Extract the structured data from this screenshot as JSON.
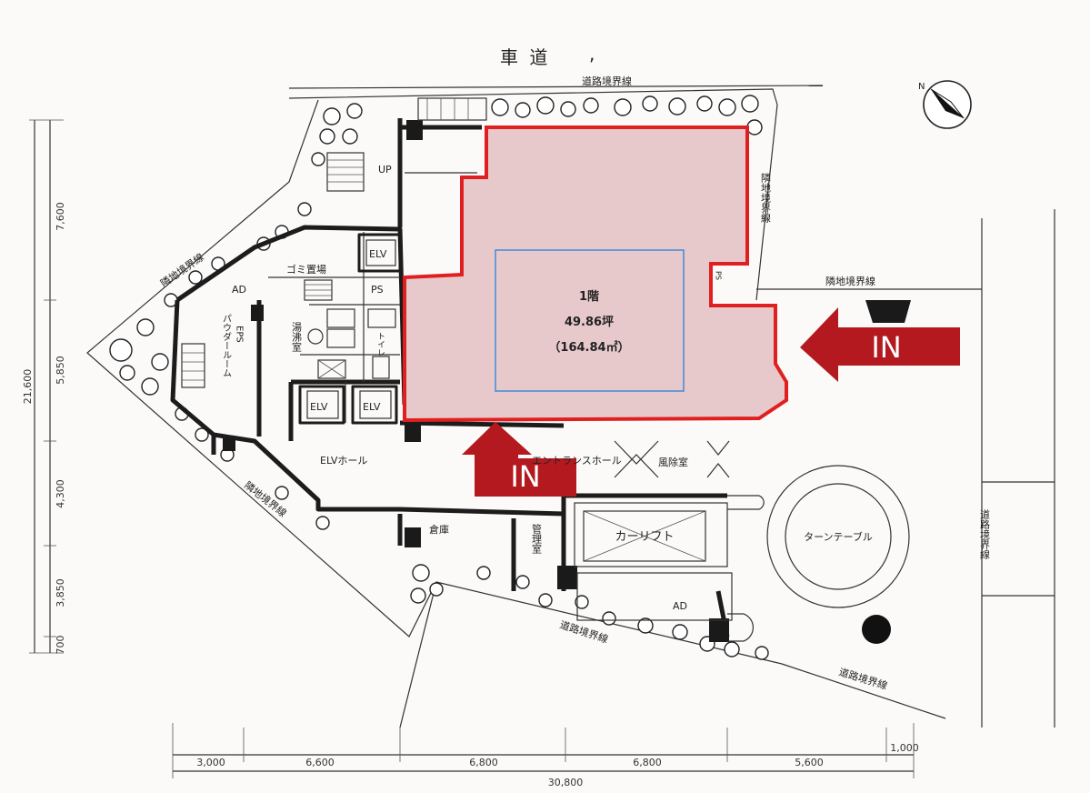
{
  "street_label": "車 道",
  "street_mark": ",",
  "floor": {
    "name": "1階",
    "area_tsubo": "49.86坪",
    "area_sqm": "（164.84㎡）",
    "highlight_color": "#e02020",
    "fill_color": "#e8c9cb",
    "inner_box_color": "#4a8fd6"
  },
  "entrances": {
    "right_label": "IN",
    "bottom_label": "IN",
    "arrow_color": "#b3191e"
  },
  "rooms": {
    "elv_top": "ELV",
    "elv_left": "ELV",
    "elv_right": "ELV",
    "gomi": "ゴミ置場",
    "ps": "PS",
    "ad_left": "AD",
    "ad_bottom": "AD",
    "eps": "EPS",
    "yuwakashi": "湯沸室",
    "toilet": "トイレ",
    "powder": "パウダールーム",
    "elv_hall": "ELVホール",
    "entrance_hall": "エントランスホール",
    "wind_room": "風除室",
    "storage": "倉庫",
    "admin": "管理室",
    "car_lift": "カーリフト",
    "turntable": "ターンテーブル",
    "up_label": "UP",
    "ps_small": "PS"
  },
  "boundaries": {
    "road_top": "道路境界線",
    "road_bottom": "道路境界線",
    "road_bottom_right": "道路境界線",
    "road_right": "道路境界線",
    "neighbor_right_top": "隣地境界線",
    "neighbor_right": "隣地境界線",
    "neighbor_left_top": "隣地境界線",
    "neighbor_left_bottom": "隣地境界線"
  },
  "dimensions": {
    "vertical": [
      "7,600",
      "5,850",
      "4,300",
      "3,850",
      "700"
    ],
    "vertical_total": "21,600",
    "horizontal": [
      "3,000",
      "6,600",
      "6,800",
      "6,800",
      "5,600",
      "1,000"
    ],
    "horizontal_total": "30,800"
  },
  "icons": [
    "north-arrow-icon",
    "stair-icon",
    "tree-icon"
  ]
}
